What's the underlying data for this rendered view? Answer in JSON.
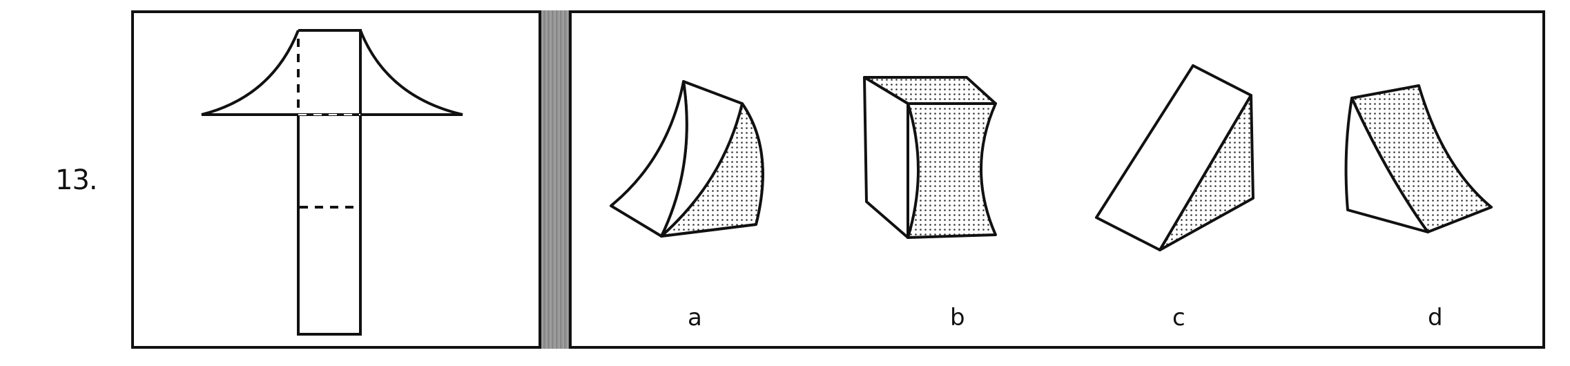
{
  "question_number": "13.",
  "option_labels": [
    "a",
    "b",
    "c",
    "d"
  ],
  "colors": {
    "ink": "#111111",
    "shade": "#d8d8d8",
    "divider": "#8e8e8e"
  }
}
